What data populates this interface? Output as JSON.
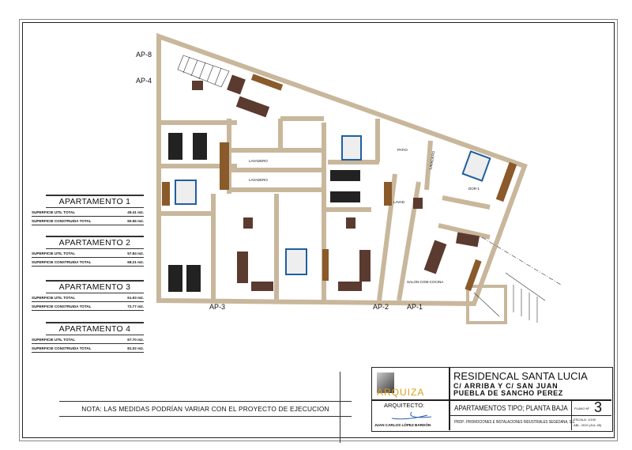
{
  "apartments": [
    {
      "title": "APARTAMENTO 1",
      "rows": [
        {
          "label": "SUPERFICIE UTIL TOTAL",
          "value": "49.41  m2."
        },
        {
          "label": "SUPERFICIE CONSTRUIDA TOTAL",
          "value": "60.56  m2."
        }
      ]
    },
    {
      "title": "APARTAMENTO 2",
      "rows": [
        {
          "label": "SUPERFICIE UTIL TOTAL",
          "value": "57.84  m2."
        },
        {
          "label": "SUPERFICIE CONSTRUIDA TOTAL",
          "value": "68.21  m2."
        }
      ]
    },
    {
      "title": "APARTAMENTO 3",
      "rows": [
        {
          "label": "SUPERFICIE UTIL TOTAL",
          "value": "61.93  m2."
        },
        {
          "label": "SUPERFICIE CONSTRUIDA TOTAL",
          "value": "72.77  m2."
        }
      ]
    },
    {
      "title": "APARTAMENTO 4",
      "rows": [
        {
          "label": "SUPERFICIE UTIL TOTAL",
          "value": "67.70  m2."
        },
        {
          "label": "SUPERFICIE CONSTRUIDA TOTAL",
          "value": "81.02  m2."
        }
      ]
    }
  ],
  "plan": {
    "entrances": {
      "ap8": "AP-8",
      "ap4": "AP-4",
      "ap3": "AP-3",
      "ap2": "AP-2",
      "ap1": "AP-1"
    },
    "rooms": {
      "lavadero1": "LAVADERO",
      "lavadero2": "LAVADERO",
      "patio": "PATIO",
      "lavadero3": "LAVADERO",
      "dor1": "DOR-1",
      "lavad": "LAVAD",
      "salon": "SALON-COM-COCINA"
    },
    "colors": {
      "wall": "#c9b79c",
      "furniture": "#5b3a2f",
      "wood": "#8a5a2b",
      "bed": "#1f5fa0"
    }
  },
  "note": "NOTA: LAS MEDIDAS PODRÍAN VARIAR CON EL PROYECTO DE EJECUCION",
  "title_block": {
    "logo": "ARQUIZA",
    "project": "RESIDENCAL SANTA LUCIA",
    "address1": "C/ ARRIBA Y C/ SAN JUAN",
    "address2": "PUEBLA DE SANCHO PEREZ",
    "architect_label": "ARQUITECTO:",
    "architect_name": "JUAN CARLOS LÓPEZ BARDÓN",
    "sheet_title": "APARTAMENTOS TIPO; PLANTA BAJA",
    "plano_label": "PLANO Nº",
    "plano_number": "3",
    "owner": "PROP.: PROMOCIONES E INSTALACIONES INDUSTRIALES SEGEDANA, S.L.",
    "scale": "ESCALA: 1/100",
    "date": "ABL. 2010 (JUL-05)"
  }
}
